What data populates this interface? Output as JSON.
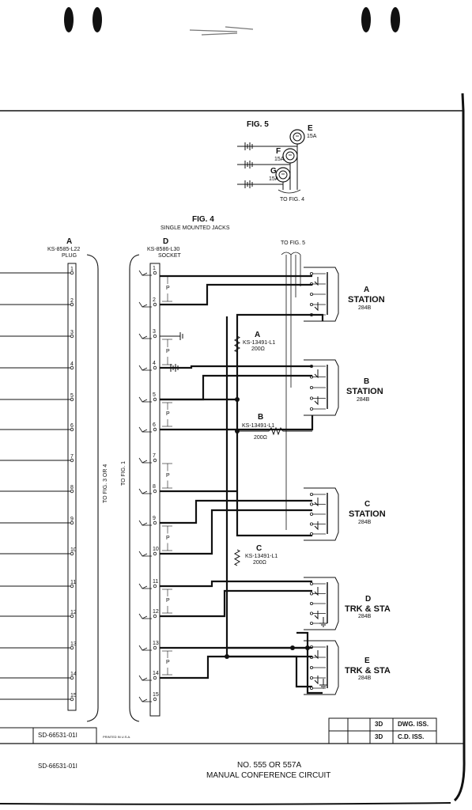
{
  "fig5": {
    "title": "FIG. 5",
    "jacks": [
      {
        "letter": "E",
        "num": "15A"
      },
      {
        "letter": "F",
        "num": "15A"
      },
      {
        "letter": "G",
        "num": "15A"
      }
    ],
    "to_label": "TO FIG. 4"
  },
  "fig4": {
    "title": "FIG. 4",
    "subtitle": "SINGLE MOUNTED JACKS",
    "plug": {
      "letter": "A",
      "part": "KS-8585-L22",
      "type": "PLUG"
    },
    "socket": {
      "letter": "D",
      "part": "KS-8586-L30",
      "type": "SOCKET"
    },
    "to_fig5": "TO FIG. 5",
    "to_fig34": "TO FIG. 3 OR 4",
    "to_fig1": "TO FIG. 1",
    "pins": [
      "1",
      "2",
      "3",
      "4",
      "5",
      "6",
      "7",
      "8",
      "9",
      "10",
      "11",
      "12",
      "13",
      "14",
      "15"
    ],
    "pair_label": "P",
    "resistors": [
      {
        "letter": "A",
        "part": "KS-13491-L1",
        "value": "200Ω"
      },
      {
        "letter": "B",
        "part": "KS-13491-L1",
        "value": "200Ω"
      },
      {
        "letter": "C",
        "part": "KS-13491-L1",
        "value": "200Ω"
      }
    ],
    "stations": [
      {
        "letter": "A",
        "name": "STATION",
        "code": "284B"
      },
      {
        "letter": "B",
        "name": "STATION",
        "code": "284B"
      },
      {
        "letter": "C",
        "name": "STATION",
        "code": "284B"
      },
      {
        "letter": "D",
        "name": "TRK & STA",
        "code": "284B"
      },
      {
        "letter": "E",
        "name": "TRK & STA",
        "code": "284B"
      }
    ]
  },
  "title_block": {
    "drawing_no": "SD-66531-01I",
    "printed": "PRINTED IN U.S.A.",
    "rows": [
      {
        "issue": "3D",
        "label": "DWG. ISS."
      },
      {
        "issue": "3D",
        "label": "C.D. ISS."
      }
    ]
  },
  "footer": {
    "drawing_no": "SD-66531-01I",
    "line1": "NO. 555 OR 557A",
    "line2": "MANUAL CONFERENCE CIRCUIT"
  }
}
